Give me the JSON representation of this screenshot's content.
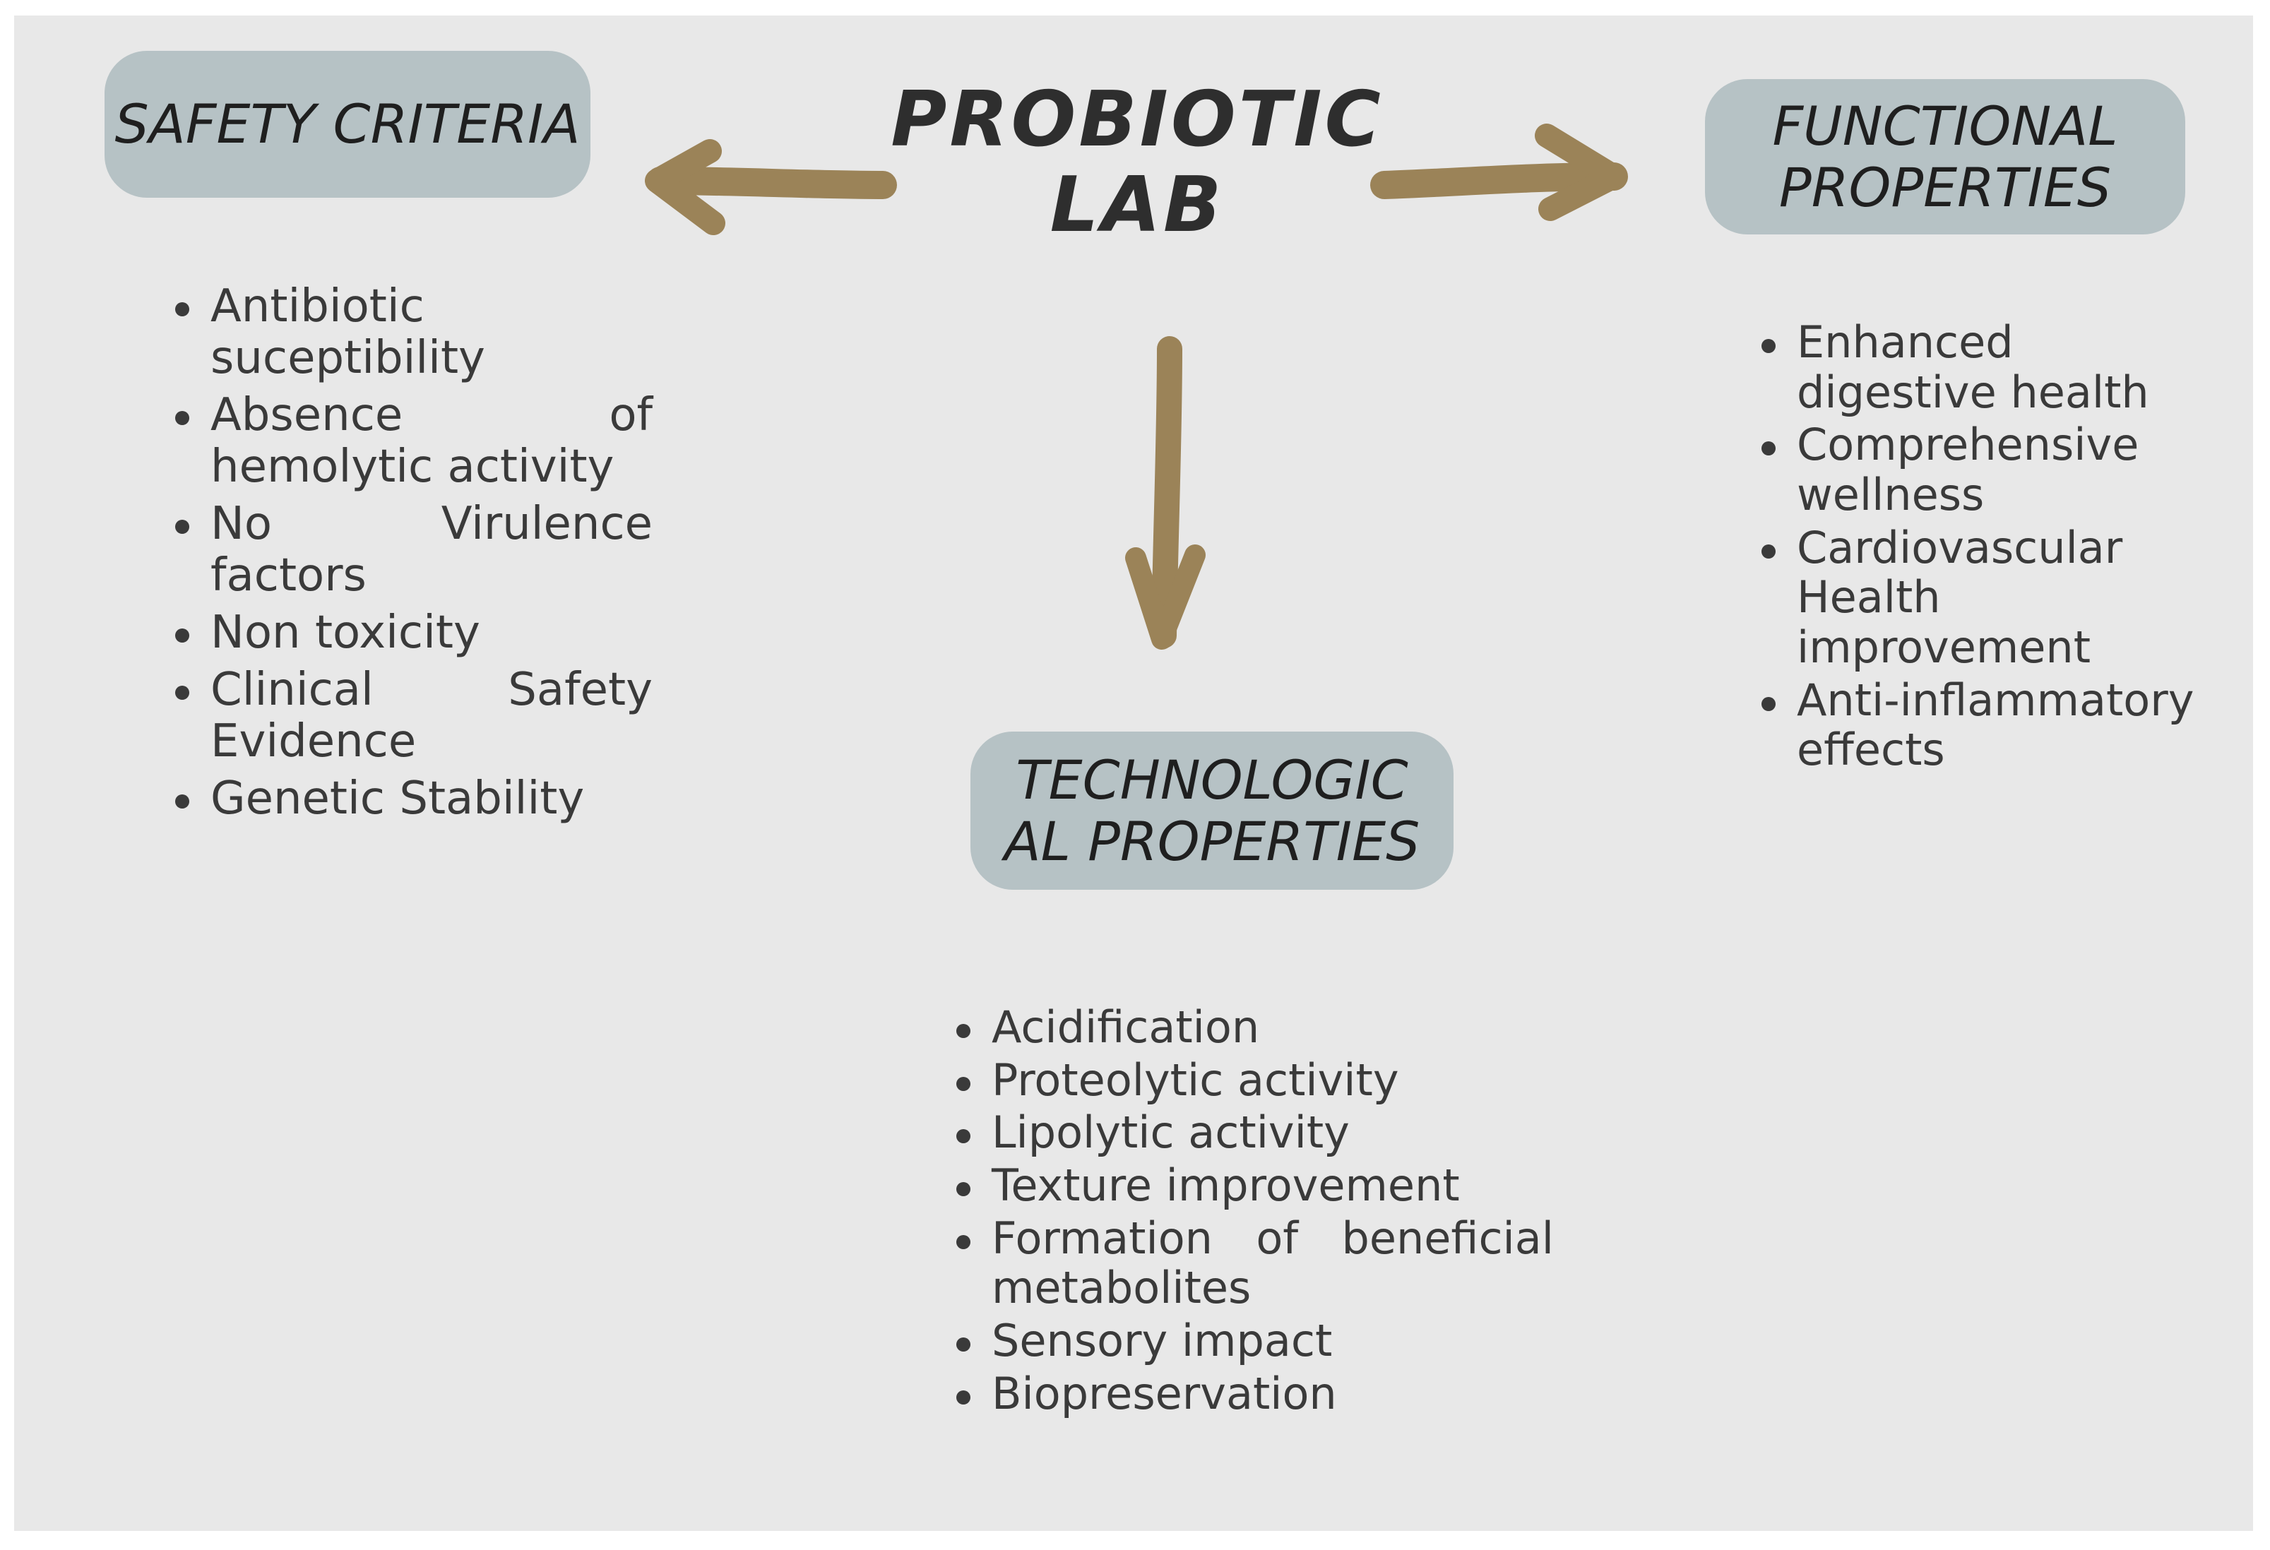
{
  "center": {
    "line1": "PROBIOTIC",
    "line2": "LAB"
  },
  "safety": {
    "title": "SAFETY CRITERIA",
    "items": [
      "Antibiotic suceptibility",
      "Absence of hemolytic activity",
      "No Virulence factors",
      "Non toxicity",
      "Clinical Safety Evidence",
      "Genetic Stability"
    ]
  },
  "functional": {
    "title_line1": "FUNCTIONAL",
    "title_line2": "PROPERTIES",
    "items": [
      "Enhanced digestive health",
      "Comprehensive wellness",
      "Cardiovascular Health improvement",
      "Anti-inflammatory effects"
    ]
  },
  "technological": {
    "title_line1": "TECHNOLOGIC",
    "title_line2": "AL PROPERTIES",
    "items": [
      "Acidification",
      "Proteolytic activity",
      "Lipolytic activity",
      "Texture improvement",
      "Formation of beneficial metabolites",
      "Sensory impact",
      "Biopreservation"
    ]
  },
  "colors": {
    "arrow": "#9b8358",
    "pill": "#b6c2c5",
    "background": "#e8e8e8",
    "text": "#2e2e2e"
  }
}
